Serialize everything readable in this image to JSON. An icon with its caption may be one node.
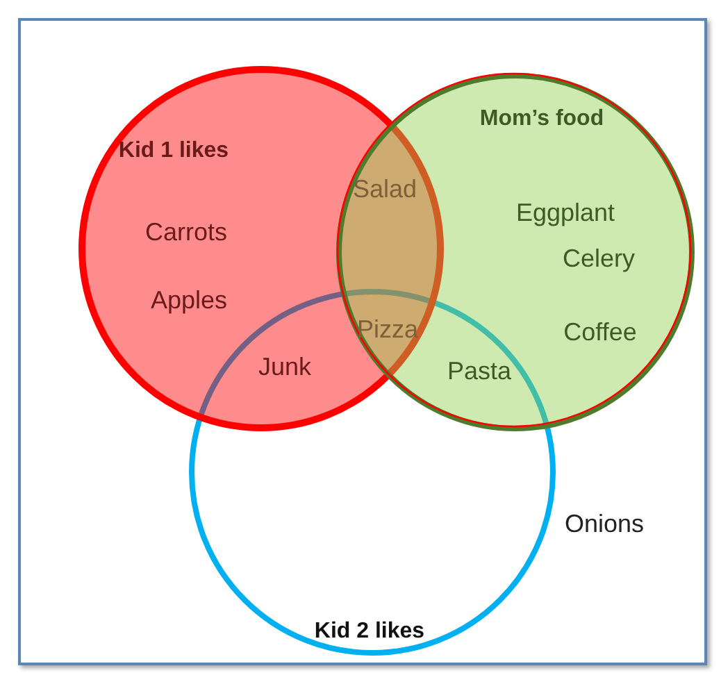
{
  "diagram": {
    "nodes": [
      {
        "text": [
          "Kid 1 likes"
        ]
      },
      {
        "text": [
          "Mom’s food"
        ]
      },
      {
        "text": [
          "Kid 2 likes"
        ]
      }
    ],
    "labels": [
      "Salad",
      "Eggplant",
      "Carrots",
      "Celery",
      "Apples",
      "Pizza",
      "Coffee",
      "Junk",
      "Pasta",
      "Onions"
    ]
  }
}
